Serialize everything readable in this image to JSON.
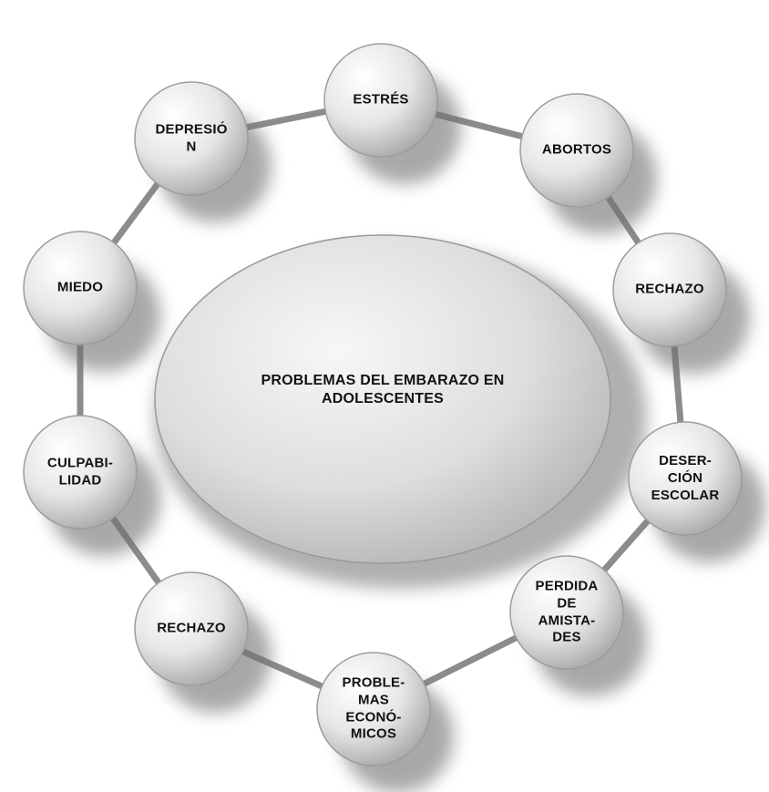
{
  "center": {
    "lines": [
      "PROBLEMAS DEL EMBARAZO EN",
      "ADOLESCENTES"
    ]
  },
  "nodes": [
    {
      "id": "estres",
      "lines": [
        "ESTRÉS"
      ]
    },
    {
      "id": "abortos",
      "lines": [
        "ABORTOS"
      ]
    },
    {
      "id": "rechazo-1",
      "lines": [
        "RECHAZO"
      ]
    },
    {
      "id": "desercion-escolar",
      "lines": [
        "DESER-",
        "CIÓN",
        "ESCOLAR"
      ]
    },
    {
      "id": "perdida-de-amistades",
      "lines": [
        "PERDIDA",
        "DE",
        "AMISTA-",
        "DES"
      ]
    },
    {
      "id": "problemas-economicos",
      "lines": [
        "PROBLE-",
        "MAS",
        "ECONÓ-",
        "MICOS"
      ]
    },
    {
      "id": "rechazo-2",
      "lines": [
        "RECHAZO"
      ]
    },
    {
      "id": "culpabilidad",
      "lines": [
        "CULPABI-",
        "LIDAD"
      ]
    },
    {
      "id": "miedo",
      "lines": [
        "MIEDO"
      ]
    },
    {
      "id": "depresion",
      "lines": [
        "DEPRESIÓ",
        "N"
      ]
    }
  ],
  "colors": {
    "bubble": "#d9d9d9",
    "ring": "#8c8c8c",
    "shadow": "#6f6f6f",
    "text": "#111111"
  }
}
